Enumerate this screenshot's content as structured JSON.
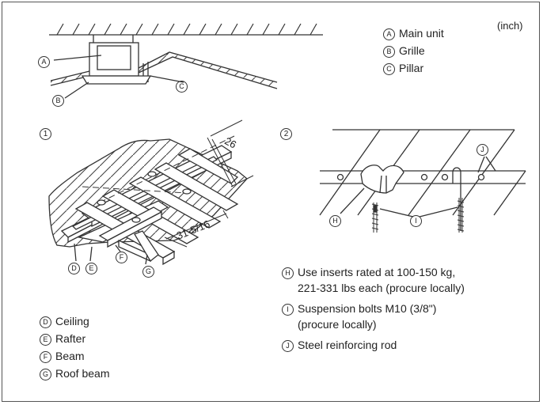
{
  "unit_note": "(inch)",
  "legend_top": [
    {
      "letter": "A",
      "label": "Main unit"
    },
    {
      "letter": "B",
      "label": "Grille"
    },
    {
      "letter": "C",
      "label": "Pillar"
    }
  ],
  "section1": {
    "number": "1",
    "dimensions": [
      "26",
      "31-5/16"
    ],
    "callouts": [
      "D",
      "E",
      "F",
      "G"
    ],
    "legend": [
      {
        "letter": "D",
        "label": "Ceiling"
      },
      {
        "letter": "E",
        "label": "Rafter"
      },
      {
        "letter": "F",
        "label": "Beam"
      },
      {
        "letter": "G",
        "label": "Roof beam"
      }
    ]
  },
  "section2": {
    "number": "2",
    "callouts": [
      "H",
      "I",
      "J"
    ],
    "legend": [
      {
        "letter": "H",
        "lines": [
          "Use inserts rated at 100-150 kg,",
          "221-331 lbs each (procure locally)"
        ]
      },
      {
        "letter": "I",
        "lines": [
          "Suspension bolts M10 (3/8\")",
          "(procure locally)"
        ]
      },
      {
        "letter": "J",
        "lines": [
          "Steel reinforcing rod"
        ]
      }
    ]
  },
  "top_callouts": [
    "A",
    "B",
    "C"
  ]
}
